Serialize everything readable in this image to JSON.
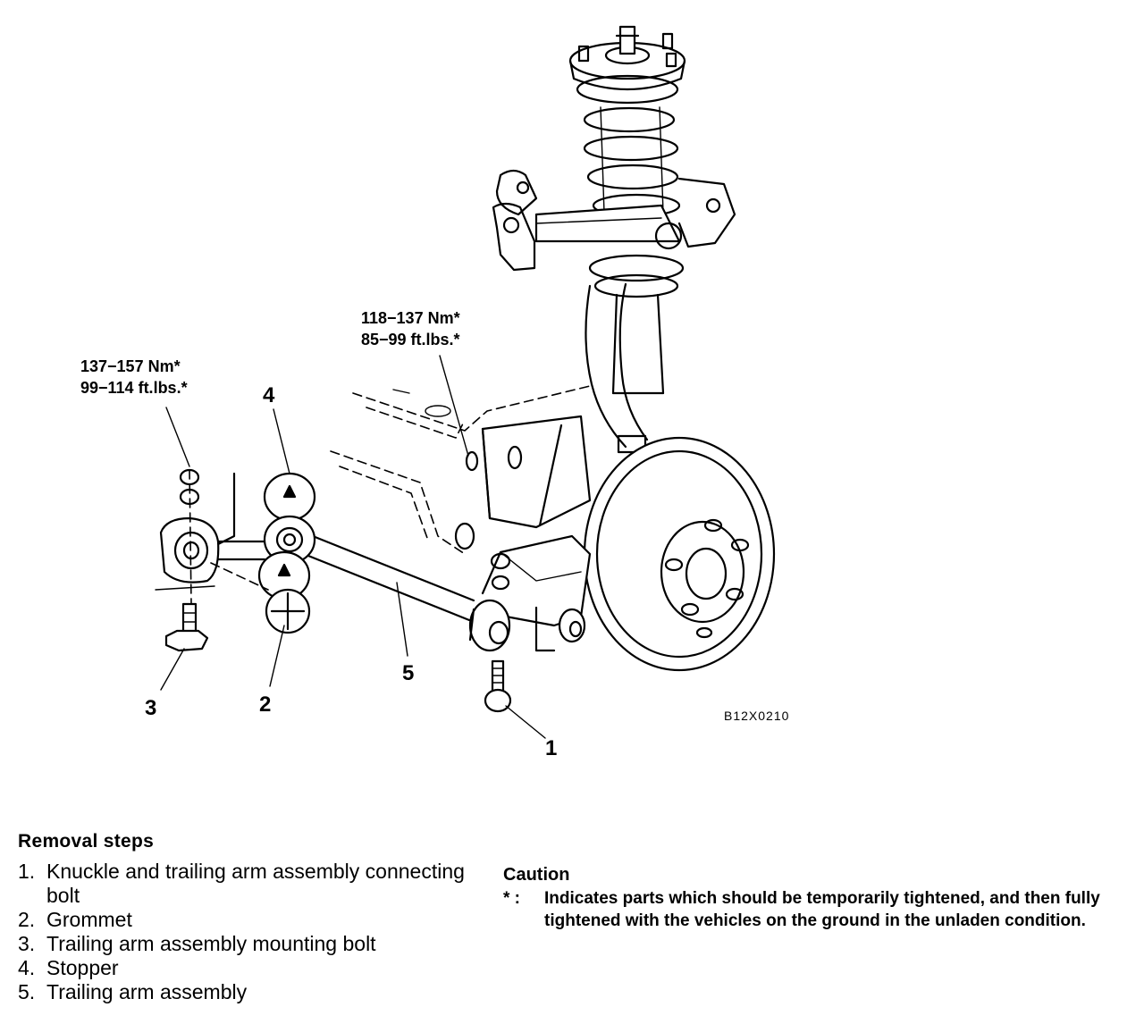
{
  "diagram": {
    "callouts": [
      "1",
      "2",
      "3",
      "4",
      "5"
    ],
    "torque_upper": {
      "nm": "118−137 Nm*",
      "ftlbs": "85−99 ft.lbs.*"
    },
    "torque_left": {
      "nm": "137−157 Nm*",
      "ftlbs": "99−114 ft.lbs.*"
    },
    "figure_code": "B12X0210"
  },
  "removal": {
    "heading": "Removal steps",
    "steps": [
      {
        "num": "1.",
        "text": "Knuckle and trailing arm assembly connecting bolt"
      },
      {
        "num": "2.",
        "text": "Grommet"
      },
      {
        "num": "3.",
        "text": "Trailing arm assembly mounting bolt"
      },
      {
        "num": "4.",
        "text": "Stopper"
      },
      {
        "num": "5.",
        "text": "Trailing arm assembly"
      }
    ]
  },
  "caution": {
    "heading": "Caution",
    "mark": "* :",
    "text": "Indicates parts which should be temporarily tightened, and then fully tightened with the vehicles on the ground in the unladen condition."
  }
}
